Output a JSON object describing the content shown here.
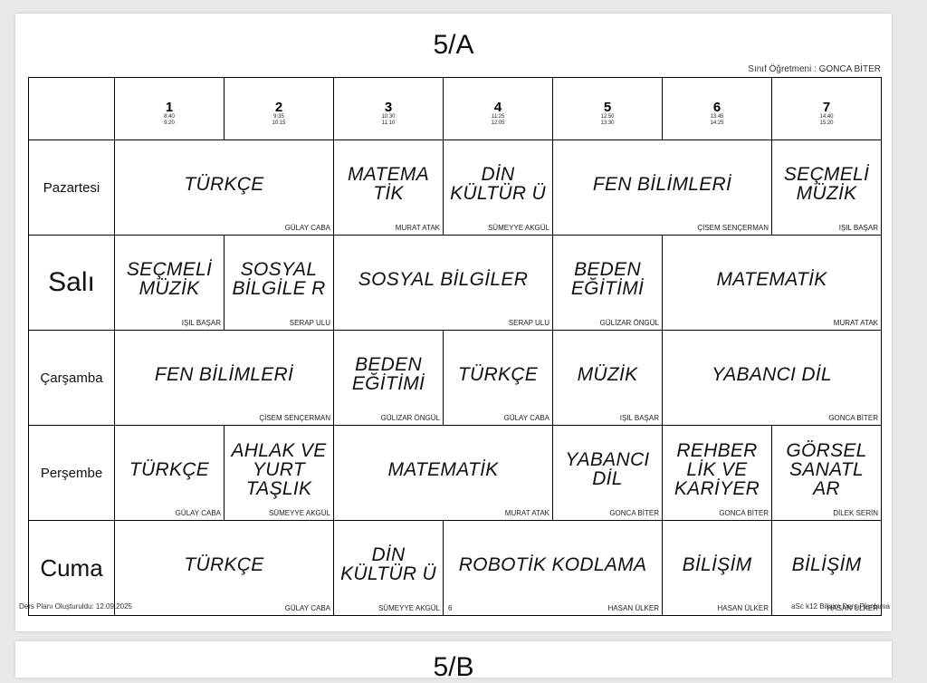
{
  "class_title": "5/A",
  "class_teacher": "Sınıf Öğretmeni : GONCA BİTER",
  "periods": [
    {
      "num": "1",
      "start": "8:40",
      "end": "9:20"
    },
    {
      "num": "2",
      "start": "9:35",
      "end": "10:15"
    },
    {
      "num": "3",
      "start": "10:30",
      "end": "11:10"
    },
    {
      "num": "4",
      "start": "11:25",
      "end": "12:05"
    },
    {
      "num": "5",
      "start": "12:50",
      "end": "13:30"
    },
    {
      "num": "6",
      "start": "13:45",
      "end": "14:25"
    },
    {
      "num": "7",
      "start": "14:40",
      "end": "15:20"
    }
  ],
  "days": [
    {
      "name": "Pazartesi",
      "lessons": [
        {
          "subject": "TÜRKÇE",
          "teacher": "GÜLAY CABA",
          "span": 2
        },
        {
          "subject": "MATEMA TİK",
          "teacher": "MURAT ATAK",
          "span": 1
        },
        {
          "subject": "DİN KÜLTÜR Ü",
          "teacher": "SÜMEYYE AKGÜL",
          "span": 1
        },
        {
          "subject": "FEN BİLİMLERİ",
          "teacher": "ÇİSEM SENÇERMAN",
          "span": 2
        },
        {
          "subject": "SEÇMELİ MÜZİK",
          "teacher": "IŞIL BAŞAR",
          "span": 1
        }
      ]
    },
    {
      "name": "Salı",
      "lessons": [
        {
          "subject": "SEÇMELİ MÜZİK",
          "teacher": "IŞIL BAŞAR",
          "span": 1
        },
        {
          "subject": "SOSYAL BİLGİLE R",
          "teacher": "SERAP ULU",
          "span": 1
        },
        {
          "subject": "SOSYAL BİLGİLER",
          "teacher": "SERAP ULU",
          "span": 2
        },
        {
          "subject": "BEDEN EĞİTİMİ",
          "teacher": "GÜLİZAR ÖNGÜL",
          "span": 1
        },
        {
          "subject": "MATEMATİK",
          "teacher": "MURAT ATAK",
          "span": 2
        }
      ]
    },
    {
      "name": "Çarşamba",
      "lessons": [
        {
          "subject": "FEN BİLİMLERİ",
          "teacher": "ÇİSEM SENÇERMAN",
          "span": 2
        },
        {
          "subject": "BEDEN EĞİTİMİ",
          "teacher": "GÜLİZAR ÖNGÜL",
          "span": 1
        },
        {
          "subject": "TÜRKÇE",
          "teacher": "GÜLAY CABA",
          "span": 1
        },
        {
          "subject": "MÜZİK",
          "teacher": "IŞIL BAŞAR",
          "span": 1
        },
        {
          "subject": "YABANCI DİL",
          "teacher": "GONCA BİTER",
          "span": 2
        }
      ]
    },
    {
      "name": "Perşembe",
      "lessons": [
        {
          "subject": "TÜRKÇE",
          "teacher": "GÜLAY CABA",
          "span": 1
        },
        {
          "subject": "AHLAK VE YURT TAŞLIK",
          "teacher": "SÜMEYYE AKGÜL",
          "span": 1
        },
        {
          "subject": "MATEMATİK",
          "teacher": "MURAT ATAK",
          "span": 2
        },
        {
          "subject": "YABANCI DİL",
          "teacher": "GONCA BİTER",
          "span": 1
        },
        {
          "subject": "REHBER LİK VE KARİYER",
          "teacher": "GONCA BİTER",
          "span": 1
        },
        {
          "subject": "GÖRSEL SANATL AR",
          "teacher": "DİLEK SERİN",
          "span": 1
        }
      ]
    },
    {
      "name": "Cuma",
      "lessons": [
        {
          "subject": "TÜRKÇE",
          "teacher": "GÜLAY CABA",
          "span": 2
        },
        {
          "subject": "DİN KÜLTÜR Ü",
          "teacher": "SÜMEYYE AKGÜL",
          "span": 1
        },
        {
          "subject": "ROBOTİK KODLAMA",
          "teacher": "HASAN ÜLKER",
          "span": 2,
          "note": "6"
        },
        {
          "subject": "BİLİŞİM",
          "teacher": "HASAN ÜLKER",
          "span": 1
        },
        {
          "subject": "BİLİŞİM",
          "teacher": "HASAN ÜLKER",
          "span": 1
        }
      ]
    }
  ],
  "footer_left": "Ders Planı Oluşturuldu: 12.09.2025",
  "footer_right": "aSc k12 Bilişim Ders Planlama",
  "next_page_title": "5/B"
}
